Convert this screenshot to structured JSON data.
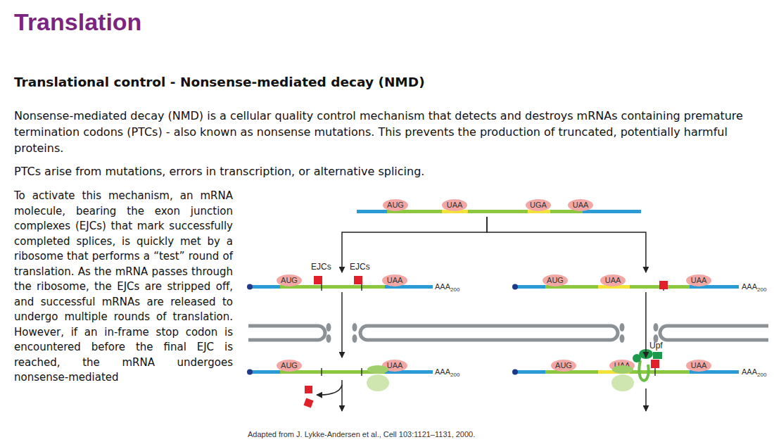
{
  "diagram": {
    "title": "Translation",
    "caption": "Adapted from J. Lykke-Andersen et al., Cell 103:1121–1131, 2000.",
    "nodes": [
      {
        "text": []
      },
      {
        "text": [
          "AUG"
        ],
        "in": 0
      },
      {
        "text": [
          "UAA"
        ],
        "in": 0
      },
      {
        "text": [
          "UGA"
        ],
        "in": 0
      },
      {
        "text": [
          "UAA"
        ],
        "in": 0
      },
      {
        "text": [
          "AAA",
          "200"
        ]
      },
      {
        "text": [
          "AUG"
        ],
        "in": 5
      },
      {
        "text": [
          "UAA"
        ],
        "in": 5
      },
      {
        "text": [
          "AAA",
          "200"
        ]
      },
      {
        "text": [
          "AUG"
        ],
        "in": 8
      },
      {
        "text": [
          "UAA"
        ],
        "in": 8
      },
      {
        "text": [
          "UAA"
        ],
        "in": 8
      },
      {
        "text": [
          "AAA",
          "200"
        ]
      },
      {
        "text": [
          "AUG"
        ],
        "in": 12
      },
      {
        "text": [
          "UAA"
        ],
        "in": 12
      },
      {
        "text": [
          "AAA",
          "200"
        ]
      },
      {
        "text": [
          "AUG"
        ],
        "in": 15
      },
      {
        "text": [
          "UAA"
        ],
        "in": 15
      },
      {
        "text": [
          "UAA"
        ],
        "in": 15
      }
    ],
    "edges": [
      {
        "from": 0,
        "to": 5,
        "arrow": "to"
      },
      {
        "from": 0,
        "to": 8,
        "arrow": "to"
      },
      {
        "from": 5,
        "to": 12,
        "arrow": "to"
      },
      {
        "from": 8,
        "to": 15,
        "arrow": "to"
      }
    ],
    "labels": [
      "Translational control - Nonsense-mediated decay (NMD)",
      "Nonsense-mediated decay (NMD) is a cellular quality control mechanism that detects and destroys mRNAs containing premature termination codons (PTCs) - also known as nonsense mutations.  This prevents the production of truncated, potentially harmful proteins.",
      "PTCs arise from mutations, errors in transcription, or alternative splicing.",
      "To activate this mechanism, an mRNA molecule, bearing the exon junction complexes (EJCs) that mark successfully completed splices, is quickly met by a ribosome that performs a “test” round of translation. As the mRNA passes through the ribosome, the EJCs are stripped off, and successful mRNAs are released to undergo multiple rounds of translation. However, if an in-frame stop codon is encountered before the final EJC is reached, the mRNA undergoes nonsense-mediated",
      "EJCs",
      "EJCs",
      "Upf"
    ]
  }
}
